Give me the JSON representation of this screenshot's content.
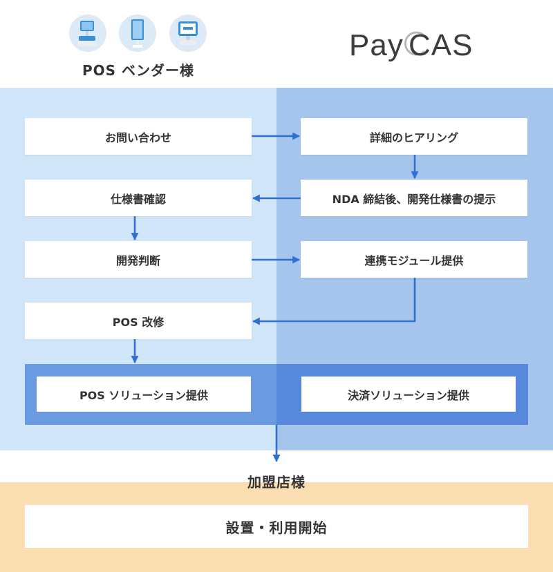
{
  "header": {
    "vendor_title": "POS ベンダー様",
    "logo_pay": "Pay",
    "logo_cas": "CAS",
    "icons": [
      "pos-terminal-icon",
      "tablet-stand-icon",
      "pos-register-icon"
    ]
  },
  "vendor_steps": {
    "inquiry": "お問い合わせ",
    "spec_review": "仕様書確認",
    "dev_decision": "開発判断",
    "pos_modification": "POS 改修",
    "pos_solution": "POS ソリューション提供"
  },
  "paycas_steps": {
    "hearing": "詳細のヒアリング",
    "nda_spec": "NDA 締結後、開発仕様書の提示",
    "module": "連携モジュール提供",
    "payment_solution": "決済ソリューション提供"
  },
  "store": {
    "title": "加盟店様",
    "start": "設置・利用開始"
  },
  "colors": {
    "left_column": "#d1e5f8",
    "right_column": "#a5c5ec",
    "arrow": "#2f6fd0",
    "store_band": "#fbdfb2"
  }
}
